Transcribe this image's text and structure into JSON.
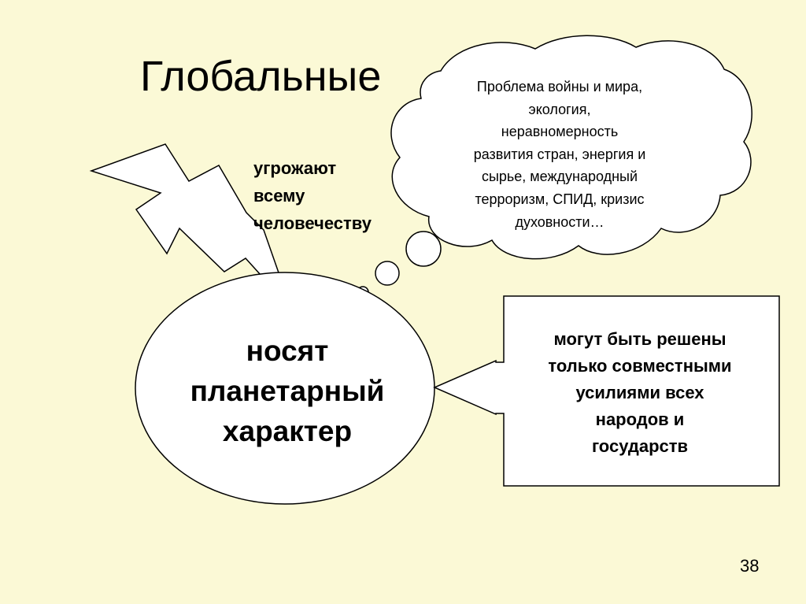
{
  "title": "Глобальные",
  "cloud": {
    "lines": [
      "Проблема войны и мира,",
      "экология,",
      "неравномерность",
      "развития стран, энергия и",
      "сырье, международный",
      "терроризм, СПИД, кризис",
      "духовности…"
    ]
  },
  "threat": {
    "lines": [
      "угрожают",
      "всему",
      "человечеству"
    ]
  },
  "ellipse": {
    "lines": [
      "носят",
      "планетарный",
      "характер"
    ]
  },
  "arrow_box": {
    "lines": [
      "могут быть решены",
      "только совместными",
      "усилиями всех",
      "народов и",
      "государств"
    ]
  },
  "page_number": "38",
  "colors": {
    "background": "#fbf9d6",
    "shape_fill": "#ffffff",
    "stroke": "#000000"
  }
}
